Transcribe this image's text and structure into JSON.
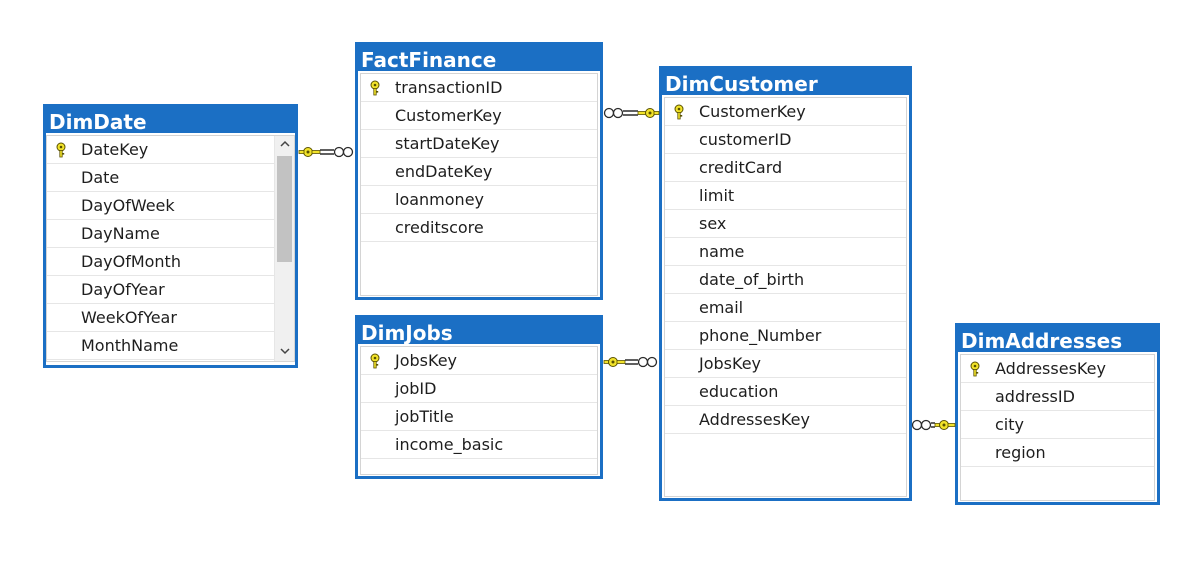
{
  "tables": {
    "dimdate": {
      "title": "DimDate",
      "columns": [
        "DateKey",
        "Date",
        "DayOfWeek",
        "DayName",
        "DayOfMonth",
        "DayOfYear",
        "WeekOfYear",
        "MonthName"
      ],
      "primary_key": "DateKey"
    },
    "factfinance": {
      "title": "FactFinance",
      "columns": [
        "transactionID",
        "CustomerKey",
        "startDateKey",
        "endDateKey",
        "loanmoney",
        "creditscore"
      ],
      "primary_key": "transactionID"
    },
    "dimjobs": {
      "title": "DimJobs",
      "columns": [
        "JobsKey",
        "jobID",
        "jobTitle",
        "income_basic"
      ],
      "primary_key": "JobsKey"
    },
    "dimcustomer": {
      "title": "DimCustomer",
      "columns": [
        "CustomerKey",
        "customerID",
        "creditCard",
        "limit",
        "sex",
        "name",
        "date_of_birth",
        "email",
        "phone_Number",
        "JobsKey",
        "education",
        "AddressesKey"
      ],
      "primary_key": "CustomerKey"
    },
    "dimaddresses": {
      "title": "DimAddresses",
      "columns": [
        "AddressesKey",
        "addressID",
        "city",
        "region"
      ],
      "primary_key": "AddressesKey"
    }
  },
  "relationships": [
    {
      "from": "FactFinance",
      "to": "DimDate",
      "one_side": "DimDate",
      "many_side": "FactFinance"
    },
    {
      "from": "FactFinance",
      "to": "DimCustomer",
      "one_side": "DimCustomer",
      "many_side": "FactFinance"
    },
    {
      "from": "DimCustomer",
      "to": "DimJobs",
      "one_side": "DimJobs",
      "many_side": "DimCustomer"
    },
    {
      "from": "DimCustomer",
      "to": "DimAddresses",
      "one_side": "DimAddresses",
      "many_side": "DimCustomer"
    }
  ],
  "colors": {
    "table_border": "#1b6fc4",
    "title_text": "#ffffff",
    "key_icon": "#f2e32a",
    "connector_line": "#2b2b2b"
  },
  "icons": {
    "primary_key": "key-icon",
    "relationship_one": "key-icon",
    "relationship_many": "infinity-icon"
  }
}
